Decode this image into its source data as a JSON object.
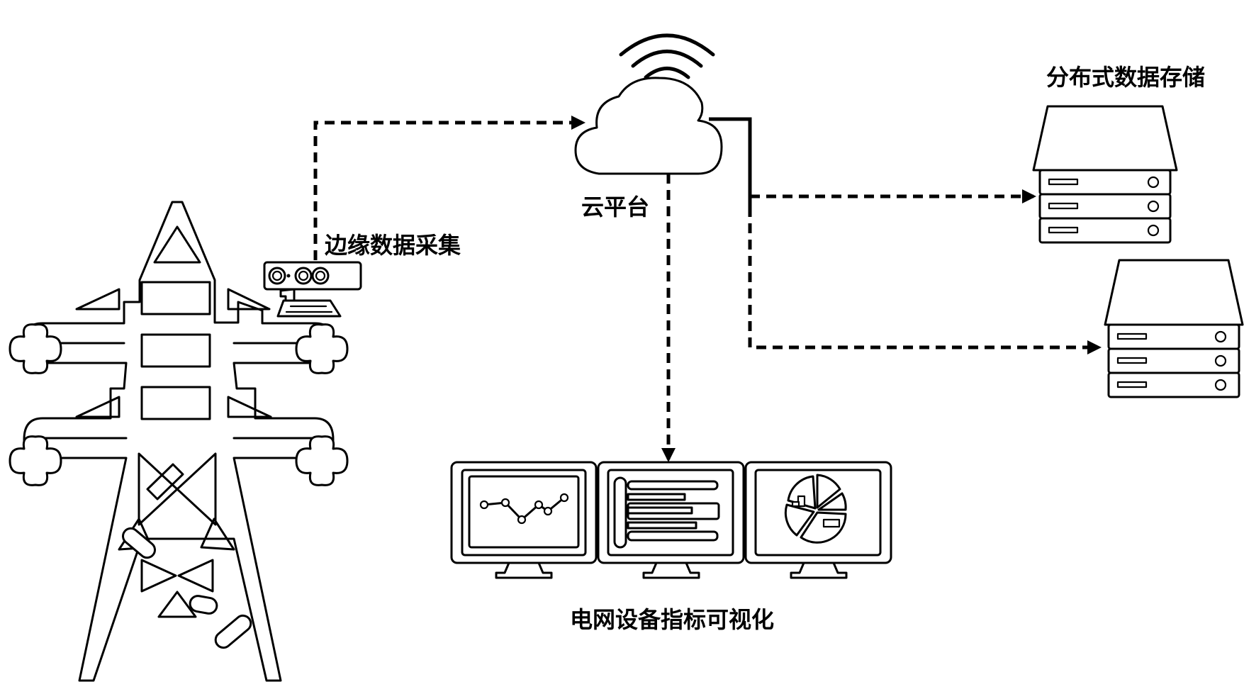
{
  "labels": {
    "cloud": "云平台",
    "edge": "边缘数据采集",
    "storage": "分布式数据存储",
    "visualization": "电网设备指标可视化"
  },
  "colors": {
    "ink": "#000000",
    "background": "#ffffff"
  },
  "icons": [
    "power-tower-icon",
    "camera-sensor-icon",
    "cloud-icon",
    "wifi-icon",
    "server-icon",
    "monitor-icon",
    "line-chart-icon",
    "bar-list-icon",
    "pie-chart-icon"
  ]
}
